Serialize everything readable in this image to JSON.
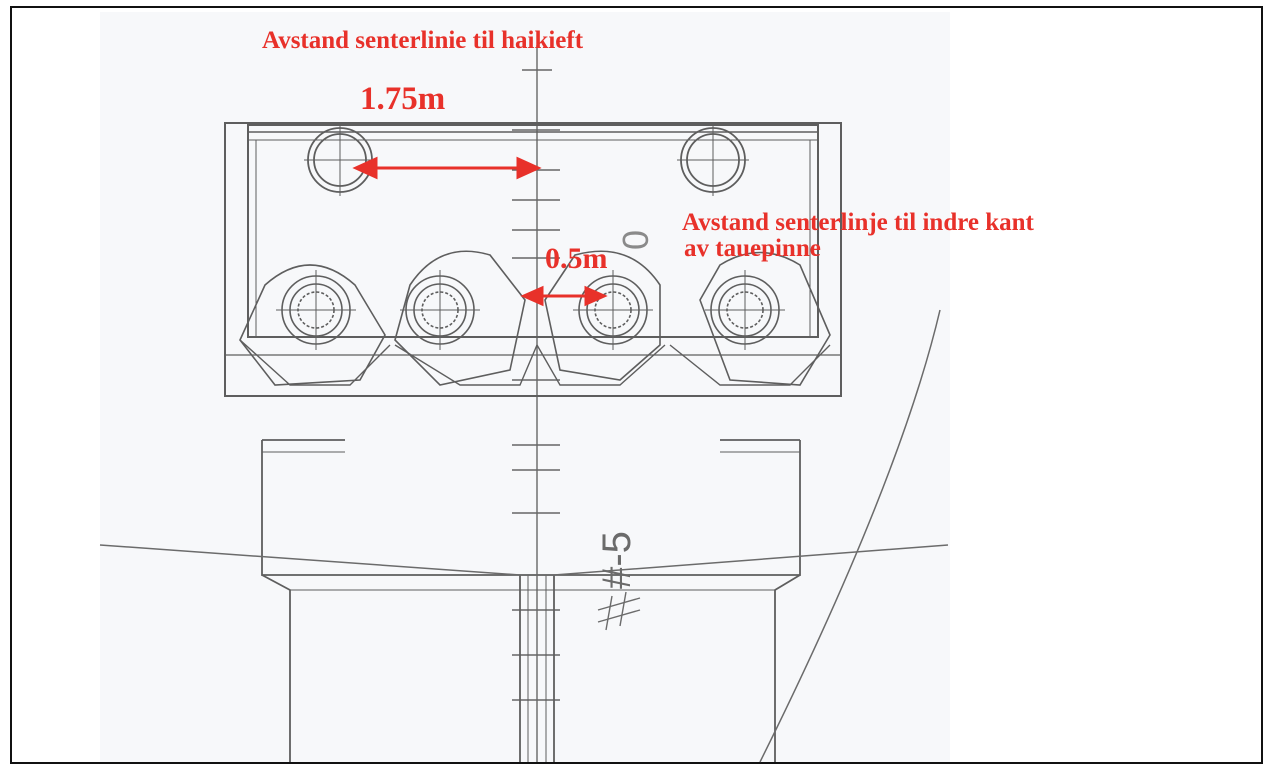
{
  "colors": {
    "annotation": "#e8312a",
    "linework": "#6b6b6b",
    "drawing_background": "#f7f8fa",
    "frame": "#111111"
  },
  "annotations": {
    "top_title": "Avstand senterlinie til haikieft",
    "top_dimension": "1.75m",
    "right_title_line1": "Avstand senterlinje til indre kant",
    "right_title_line2": "av tauepinne",
    "inner_dimension": "0.5m"
  },
  "drawing_marks": {
    "frame_number": "#-5",
    "sheet_mark": "0"
  }
}
